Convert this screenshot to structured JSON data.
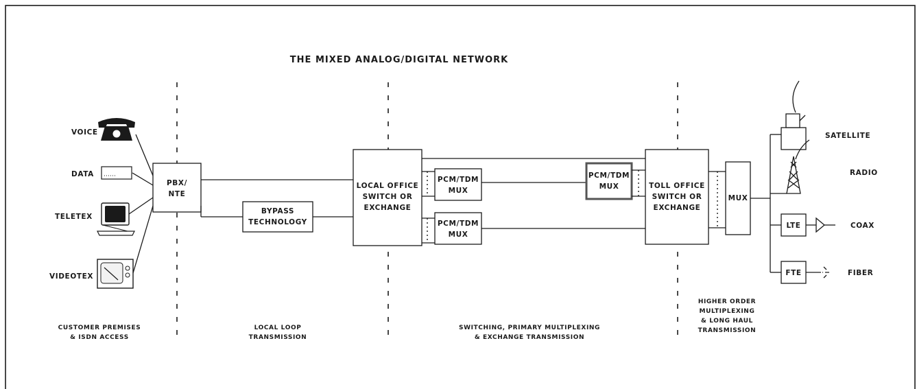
{
  "title": "THE MIXED ANALOG/DIGITAL NETWORK",
  "terminals": {
    "voice": "VOICE",
    "data": "DATA",
    "teletex": "TELETEX",
    "videotex": "VIDEOTEX"
  },
  "pbx": {
    "line1": "PBX/",
    "line2": "NTE"
  },
  "bypass": {
    "line1": "BYPASS",
    "line2": "TECHNOLOGY"
  },
  "local_office": {
    "line1": "LOCAL OFFICE",
    "line2": "SWITCH OR",
    "line3": "EXCHANGE"
  },
  "mux_upper_left": {
    "line1": "PCM/TDM",
    "line2": "MUX"
  },
  "mux_lower_left": {
    "line1": "PCM/TDM",
    "line2": "MUX"
  },
  "mux_right": {
    "line1": "PCM/TDM",
    "line2": "MUX"
  },
  "toll_office": {
    "line1": "TOLL OFFICE",
    "line2": "SWITCH OR",
    "line3": "EXCHANGE"
  },
  "mux_high": "MUX",
  "lte": "LTE",
  "fte": "FTE",
  "media": {
    "satellite": "SATELLITE",
    "radio": "RADIO",
    "coax": "COAX",
    "fiber": "FIBER"
  },
  "sections": {
    "customer": {
      "line1": "CUSTOMER PREMISES",
      "line2": "& ISDN ACCESS"
    },
    "local_loop": {
      "line1": "LOCAL LOOP",
      "line2": "TRANSMISSION"
    },
    "switching": {
      "line1": "SWITCHING, PRIMARY MULTIPLEXING",
      "line2": "& EXCHANGE TRANSMISSION"
    },
    "higher_order": {
      "line1": "HIGHER ORDER",
      "line2": "MULTIPLEXING",
      "line3": "& LONG HAUL",
      "line4": "TRANSMISSION"
    }
  }
}
